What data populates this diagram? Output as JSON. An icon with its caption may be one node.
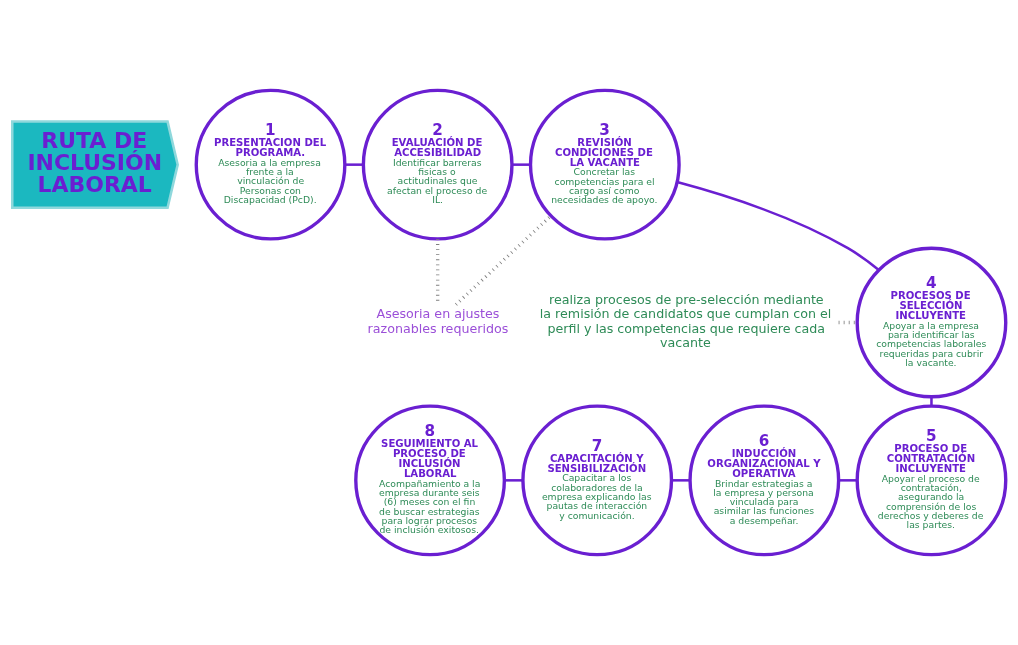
{
  "diagram": {
    "nodes": [
      {
        "text": [
          "RUTA DE INCLUSIÓN LABORAL"
        ]
      },
      {
        "text": [
          "1",
          "PRESENTACION DEL PROGRAMA.",
          "Asesoria a la empresa frente a la vinculación de Personas con Discapacidad (PcD)."
        ]
      },
      {
        "text": [
          "2",
          "EVALUACIÓN DE ACCESIBILIDAD",
          "Identificar barreras fisicas o actitudinales que afectan el proceso de IL."
        ]
      },
      {
        "text": [
          "3",
          "REVISIÓN CONDICIONES DE LA VACANTE",
          "Concretar las competencias para el cargo así como necesidades de apoyo."
        ]
      },
      {
        "text": [
          "Asesoria en ajustes razonables requeridos"
        ]
      },
      {
        "text": [
          "4",
          "PROCESOS DE SELECCIÓN INCLUYENTE",
          "Apoyar a la empresa para identificar las competencias laborales requeridas para cubrir la vacante."
        ]
      },
      {
        "text": [
          "realiza procesos de pre-selección mediante la remisión de candidatos que cumplan con el perfil y las competencias que requiere cada vacante"
        ]
      },
      {
        "text": [
          "5",
          "PROCESO DE CONTRATACIÓN INCLUYENTE",
          "Apoyar el proceso de contratación, asegurando la comprensión de los derechos y deberes de las partes."
        ]
      },
      {
        "text": [
          "6",
          "INDUCCIÓN ORGANIZACIONAL Y OPERATIVA",
          "Brindar estrategias a la empresa y persona vinculada para asimilar las funciones a desempeñar."
        ]
      },
      {
        "text": [
          "7",
          "CAPACITACIÓN Y SENSIBILIZACIÓN",
          "Capacitar a los colaboradores de la empresa explicando las pautas de interacción y comunicación."
        ]
      },
      {
        "text": [
          "8",
          "SEGUIMIENTO AL PROCESO DE INCLUSIÓN LABORAL",
          "Acompañamiento a la empresa durante seis (6) meses con el fin de buscar estrategias para lograr procesos de inclusión exitosos."
        ]
      }
    ],
    "edges": [
      {
        "from": 1,
        "to": 2,
        "arrow": "none"
      },
      {
        "from": 2,
        "to": 3,
        "arrow": "none"
      },
      {
        "from": 2,
        "to": 4,
        "arrow": "none",
        "style": "dashed",
        "color": "#7f7f7f"
      },
      {
        "from": 4,
        "to": 3,
        "arrow": "none",
        "style": "dashed",
        "color": "#7f7f7f"
      },
      {
        "from": 3,
        "to": 5,
        "arrow": "none"
      },
      {
        "from": 6,
        "to": 5,
        "arrow": "none",
        "style": "dashed",
        "color": "#7f7f7f"
      },
      {
        "from": 5,
        "to": 7,
        "arrow": "none"
      },
      {
        "from": 8,
        "to": 7,
        "arrow": "none"
      },
      {
        "from": 9,
        "to": 8,
        "arrow": "none"
      },
      {
        "from": 10,
        "to": 9,
        "arrow": "none"
      }
    ]
  }
}
